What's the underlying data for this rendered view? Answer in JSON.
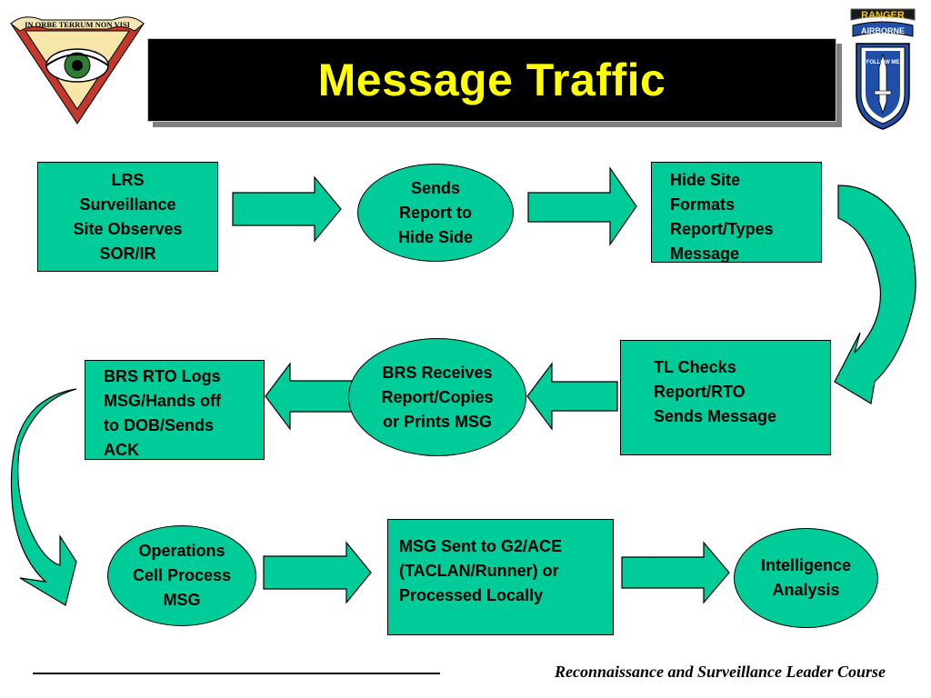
{
  "title": "Message Traffic",
  "footer": "Reconnaissance and Surveillance Leader Course",
  "logos": {
    "left_motto": "IN ORBE TERRUM NON VISI",
    "right_tab_top": "RANGER",
    "right_tab_bottom": "AIRBORNE",
    "right_shield_text": "FOLLOW ME"
  },
  "colors": {
    "node_fill": "#00CC99",
    "title_text": "#FFFF00",
    "title_bg": "#000000"
  },
  "flow": {
    "nodes": [
      {
        "id": "n1",
        "shape": "rectangle",
        "text": "LRS\nSurveillance\nSite Observes\nSOR/IR"
      },
      {
        "id": "n2",
        "shape": "ellipse",
        "text": "Sends\nReport to\nHide Side"
      },
      {
        "id": "n3",
        "shape": "rectangle",
        "text": "Hide Site\nFormats\nReport/Types\nMessage"
      },
      {
        "id": "n4",
        "shape": "rectangle",
        "text": "TL Checks\nReport/RTO\nSends Message"
      },
      {
        "id": "n5",
        "shape": "ellipse",
        "text": "BRS Receives\nReport/Copies\nor Prints MSG"
      },
      {
        "id": "n6",
        "shape": "rectangle",
        "text": "BRS RTO Logs\nMSG/Hands off\nto DOB/Sends\nACK"
      },
      {
        "id": "n7",
        "shape": "ellipse",
        "text": "Operations\nCell Process\nMSG"
      },
      {
        "id": "n8",
        "shape": "rectangle",
        "text": "MSG Sent to G2/ACE\n(TACLAN/Runner) or\nProcessed Locally"
      },
      {
        "id": "n9",
        "shape": "ellipse",
        "text": "Intelligence\nAnalysis"
      }
    ],
    "edges": [
      {
        "from": "n1",
        "to": "n2"
      },
      {
        "from": "n2",
        "to": "n3"
      },
      {
        "from": "n3",
        "to": "n4"
      },
      {
        "from": "n4",
        "to": "n5"
      },
      {
        "from": "n5",
        "to": "n6"
      },
      {
        "from": "n6",
        "to": "n7"
      },
      {
        "from": "n7",
        "to": "n8"
      },
      {
        "from": "n8",
        "to": "n9"
      }
    ]
  }
}
